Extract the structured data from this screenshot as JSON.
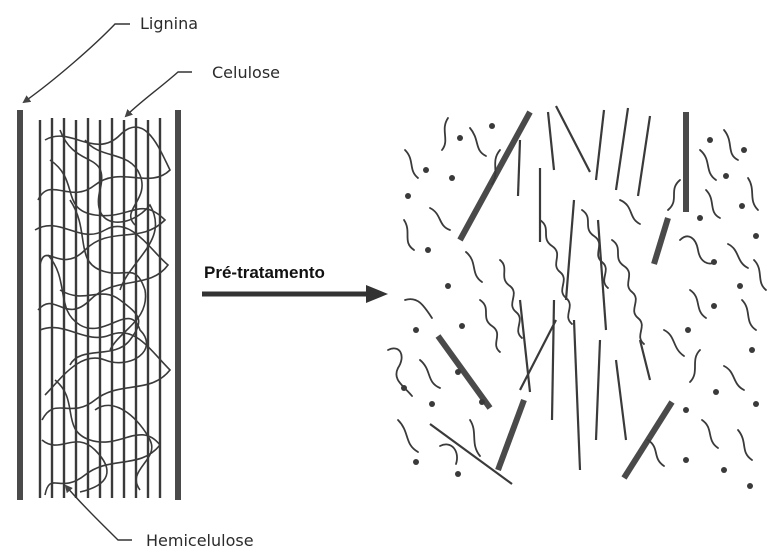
{
  "labels": {
    "lignin": "Lignina",
    "cellulose": "Celulose",
    "hemicellulose": "Hemicelulose",
    "process": "Pré-tratamento"
  },
  "colors": {
    "ink": "#3a3a3a",
    "dark": "#4a4a4a",
    "background": "#ffffff"
  }
}
